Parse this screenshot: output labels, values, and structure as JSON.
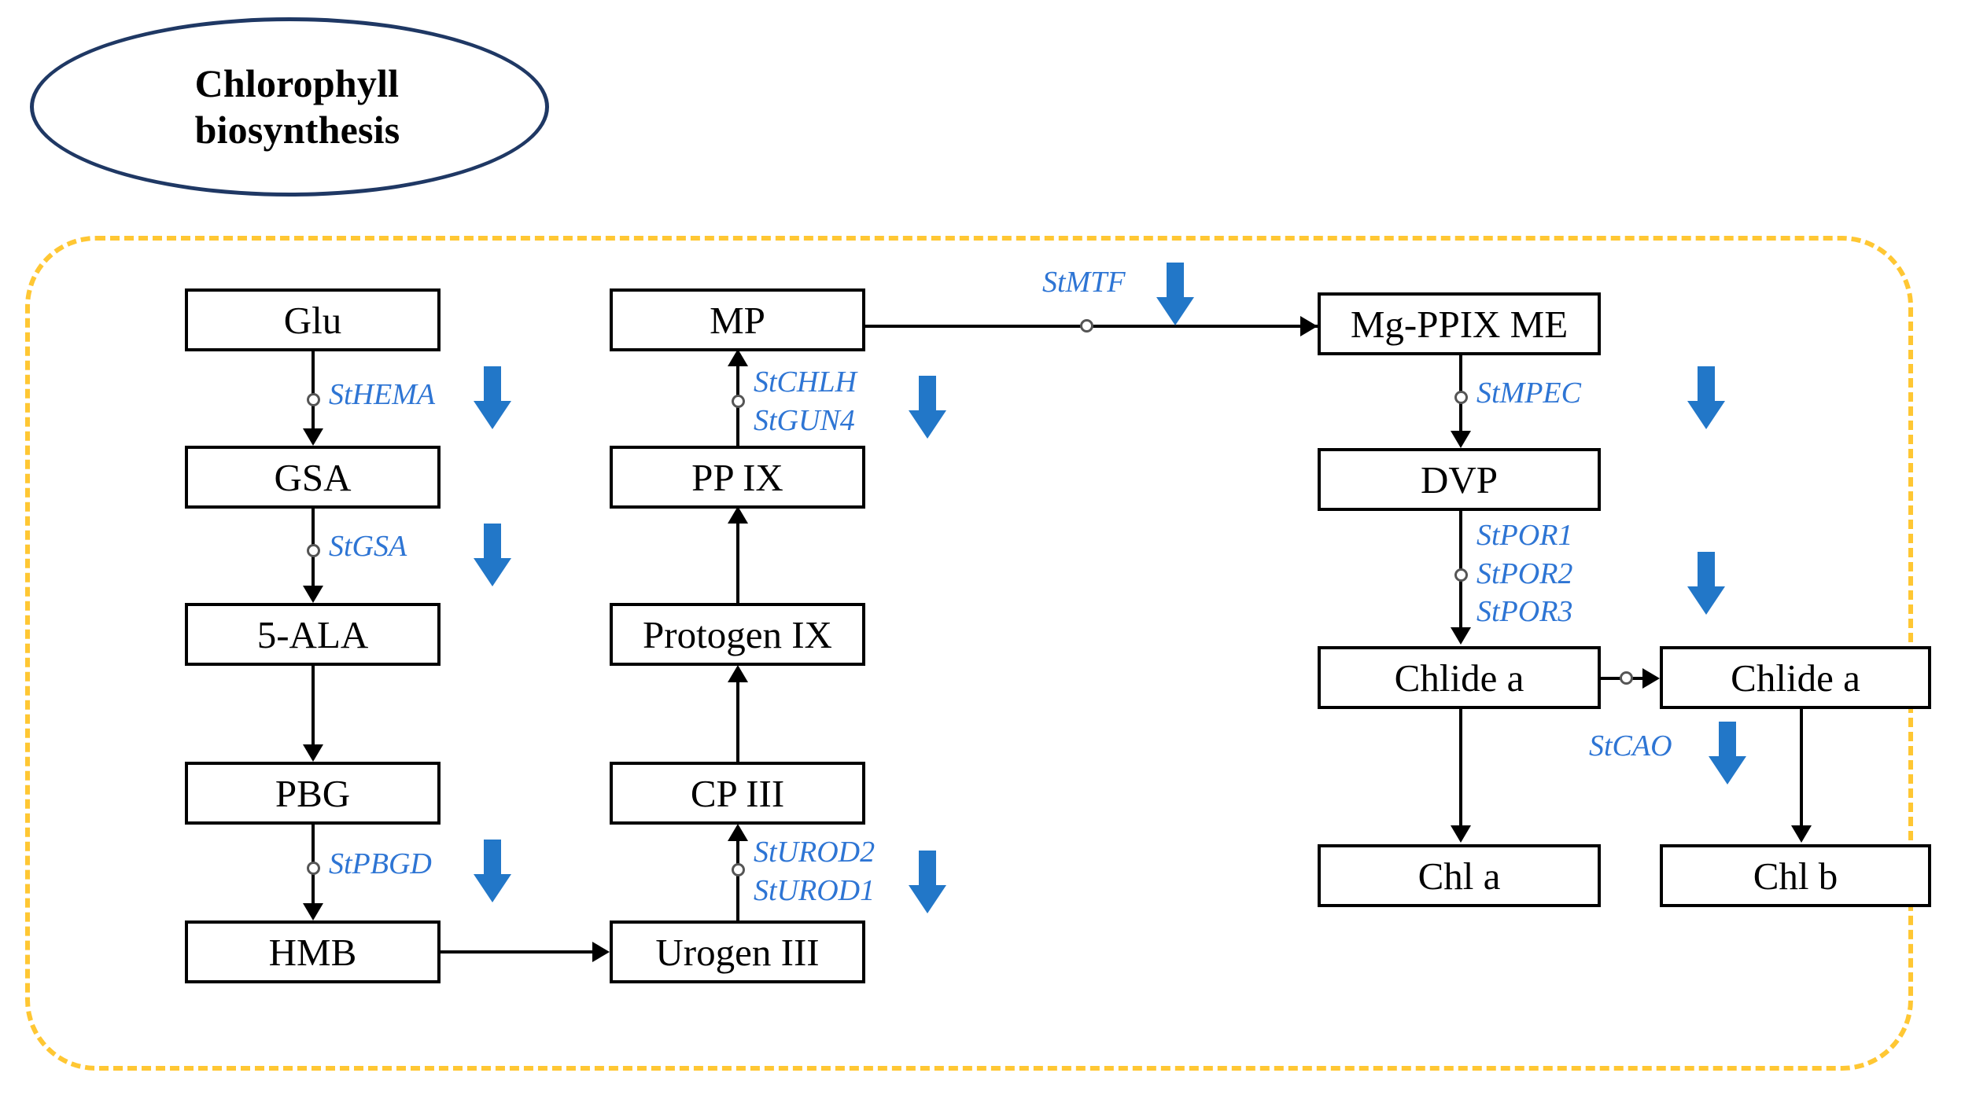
{
  "title": {
    "line1": "Chlorophyll",
    "line2": "biosynthesis"
  },
  "colors": {
    "ellipse_border": "#1F3864",
    "dashed_border": "#FFC733",
    "gene_label": "#2E75D4",
    "regulation_arrow": "#2277C8",
    "node_border": "#000000",
    "edge": "#000000"
  },
  "pathway": {
    "nodes": [
      {
        "id": "glu",
        "label": "Glu"
      },
      {
        "id": "gsa",
        "label": "GSA"
      },
      {
        "id": "ala",
        "label": "5-ALA"
      },
      {
        "id": "pbg",
        "label": "PBG"
      },
      {
        "id": "hmb",
        "label": "HMB"
      },
      {
        "id": "urogen3",
        "label": "Urogen III"
      },
      {
        "id": "cp3",
        "label": "CP III"
      },
      {
        "id": "protogen9",
        "label": "Protogen IX"
      },
      {
        "id": "pp9",
        "label": "PP IX"
      },
      {
        "id": "mp",
        "label": "MP"
      },
      {
        "id": "mgppixme",
        "label": "Mg-PPIX ME"
      },
      {
        "id": "dvp",
        "label": "DVP"
      },
      {
        "id": "chlide_a_1",
        "label": "Chlide a"
      },
      {
        "id": "chlide_a_2",
        "label": "Chlide a"
      },
      {
        "id": "chl_a",
        "label": "Chl a"
      },
      {
        "id": "chl_b",
        "label": "Chl b"
      }
    ],
    "genes": {
      "hema": "StHEMA",
      "gsa": "StGSA",
      "pbgd": "StPBGD",
      "urod2": "StUROD2",
      "urod1": "StUROD1",
      "chlh": "StCHLH",
      "gun4": "StGUN4",
      "mtf": "StMTF",
      "mpec": "StMPEC",
      "por1": "StPOR1",
      "por2": "StPOR2",
      "por3": "StPOR3",
      "cao": "StCAO"
    }
  }
}
